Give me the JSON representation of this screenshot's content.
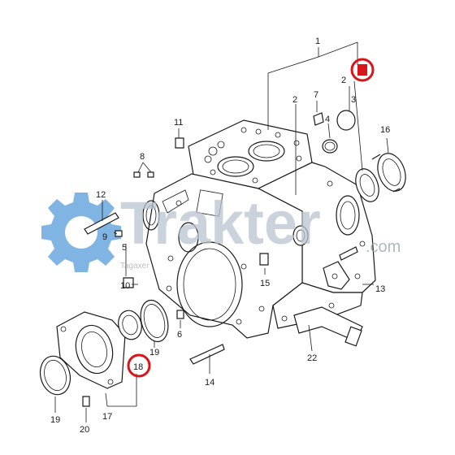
{
  "watermark": {
    "brand": "Trakter",
    "domain": ".com",
    "tagline": "Tagaxer",
    "gear_icon": "gear-icon",
    "gear_color": "#6aa7de",
    "text_color": "#b9c3cf"
  },
  "highlight_color": "#d8151b",
  "highlighted_parts": [
    "18",
    "square-marker"
  ],
  "labels": {
    "p1": "1",
    "p2a": "2",
    "p2b": "2",
    "p3": "3",
    "p4": "4",
    "p5": "5",
    "p6": "6",
    "p7": "7",
    "p8": "8",
    "p9": "9",
    "p10": "10",
    "p11": "11",
    "p12": "12",
    "p13": "13",
    "p14": "14",
    "p15": "15",
    "p16": "16",
    "p17": "17",
    "p18": "18",
    "p19a": "19",
    "p19b": "19",
    "p20": "20",
    "p22": "22"
  }
}
